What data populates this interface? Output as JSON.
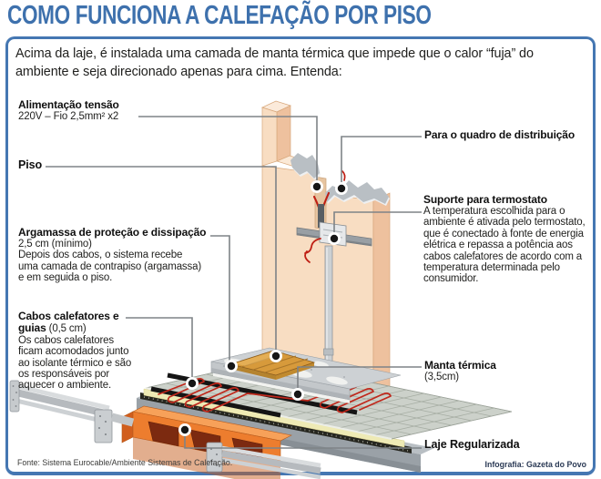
{
  "title": "COMO FUNCIONA A CALEFAÇÃO POR PISO",
  "intro": "Acima da laje, é instalada uma camada de manta térmica que impede que o calor “fuja” do ambiente e seja direcionado apenas para cima. Entenda:",
  "labels": {
    "alimentacao": {
      "title": "Alimentação tensão",
      "detail": "220V – Fio 2,5mm² x2"
    },
    "piso": {
      "title": "Piso"
    },
    "argamassa": {
      "title": "Argamassa de proteção e dissipação",
      "subtitle": "2,5 cm (mínimo)",
      "body": "Depois dos cabos, o sistema recebe uma camada de contrapiso (argamassa) e em seguida o piso."
    },
    "cabos": {
      "title": "Cabos calefatores e guias",
      "size": " (0,5 cm)",
      "body": "Os cabos calefatores ficam acomodados junto ao isolante térmico e são os responsáveis por aquecer o ambiente."
    },
    "quadro": {
      "title": "Para o quadro de distribuição"
    },
    "termostato": {
      "title": "Suporte para termostato",
      "body": "A temperatura escolhida para o ambiente é ativada pelo termostato, que é conectado à fonte de energia elétrica e repassa a potência aos cabos calefatores de acordo com a temperatura determinada pelo consumidor."
    },
    "manta": {
      "title": "Manta térmica",
      "size": "(3,5cm)"
    },
    "laje": {
      "title": "Laje Regularizada"
    }
  },
  "footer": {
    "source": "Fonte: Sistema Eurocable/Ambiente Sistemas de Calefação.",
    "credit": "Infografia: Gazeta do Povo"
  },
  "colors": {
    "title_blue": "#3e71ad",
    "frame_blue": "#4577b2",
    "wall_face": "#f8ddc2",
    "wall_side": "#eec19e",
    "heating_cable_red": "#c0281c",
    "lajota_orange": "#ee7d2e",
    "manta_yellow": "#eeeab5",
    "slab_gray": "#9aa1a7"
  }
}
